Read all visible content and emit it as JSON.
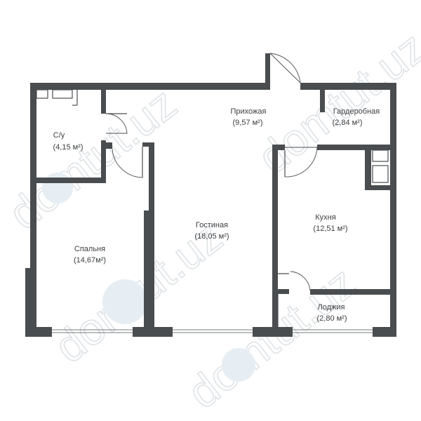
{
  "watermark": {
    "text": "domtut.uz"
  },
  "rooms": [
    {
      "id": "hallway",
      "name": "Прихожая",
      "area": "(9,57 м²)"
    },
    {
      "id": "wardrobe",
      "name": "Гардеробная",
      "area": "(2,84 м²)"
    },
    {
      "id": "bathroom",
      "name": "С/у",
      "area": "(4,15 м²)"
    },
    {
      "id": "living",
      "name": "Гостиная",
      "area": "(18,05 м²)"
    },
    {
      "id": "kitchen",
      "name": "Кухня",
      "area": "(12,51 м²)"
    },
    {
      "id": "bedroom",
      "name": "Спальня",
      "area": "(14,67м²)"
    },
    {
      "id": "loggia",
      "name": "Лоджия",
      "area": "(2,80 м²)"
    }
  ],
  "colors": {
    "wall": "#4a4d4f",
    "text": "#3a3d40",
    "watermark": "#d9dde0"
  }
}
